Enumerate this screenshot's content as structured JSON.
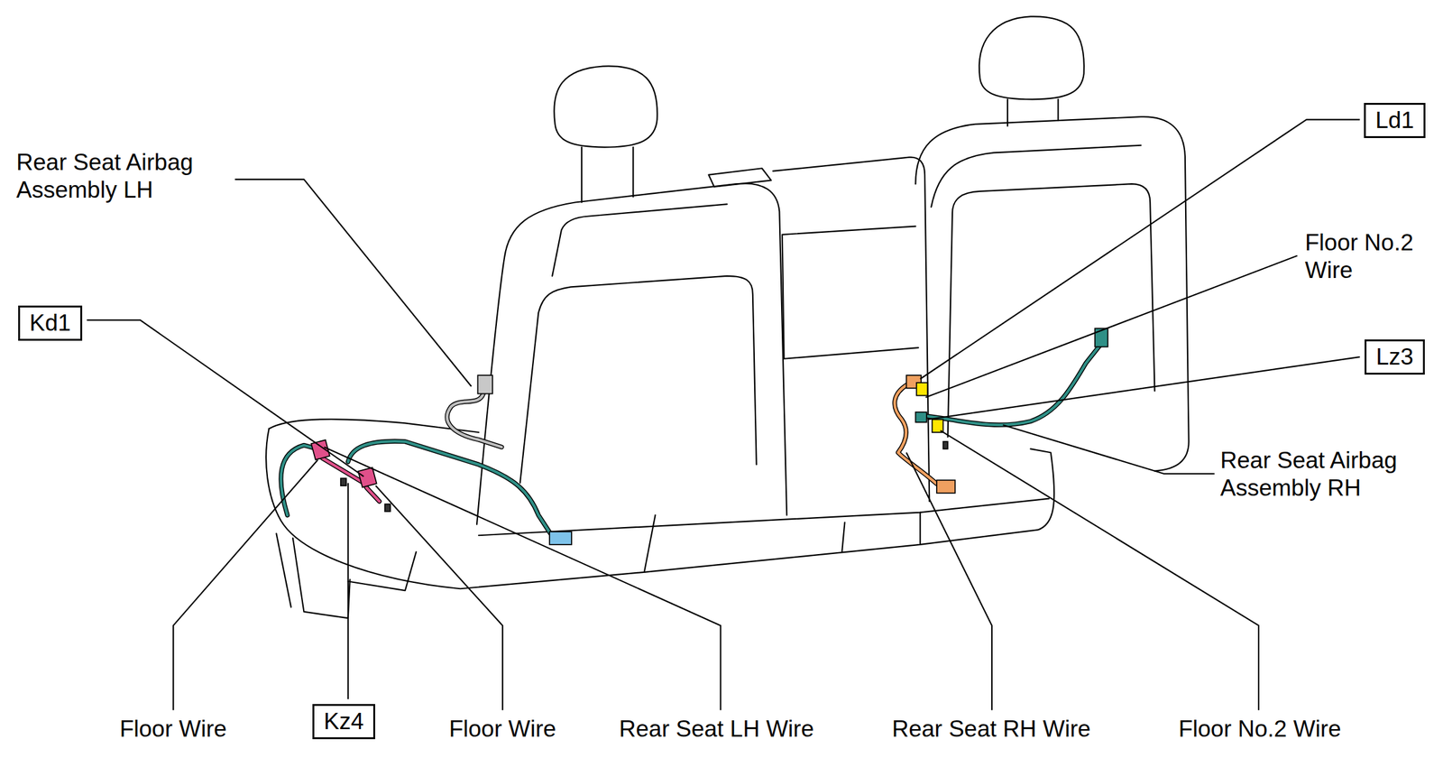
{
  "diagram": {
    "nodes": [
      {
        "text": [
          "Ld1"
        ]
      },
      {
        "text": [
          "Kd1"
        ]
      },
      {
        "text": [
          "Lz3"
        ]
      },
      {
        "text": [
          "Kz4"
        ]
      }
    ],
    "labels": [
      "Rear Seat Airbag Assembly LH",
      "Floor No.2 Wire",
      "Rear Seat Airbag Assembly RH",
      "Floor Wire",
      "Floor Wire",
      "Rear Seat LH Wire",
      "Rear Seat RH Wire",
      "Floor No.2 Wire"
    ]
  }
}
